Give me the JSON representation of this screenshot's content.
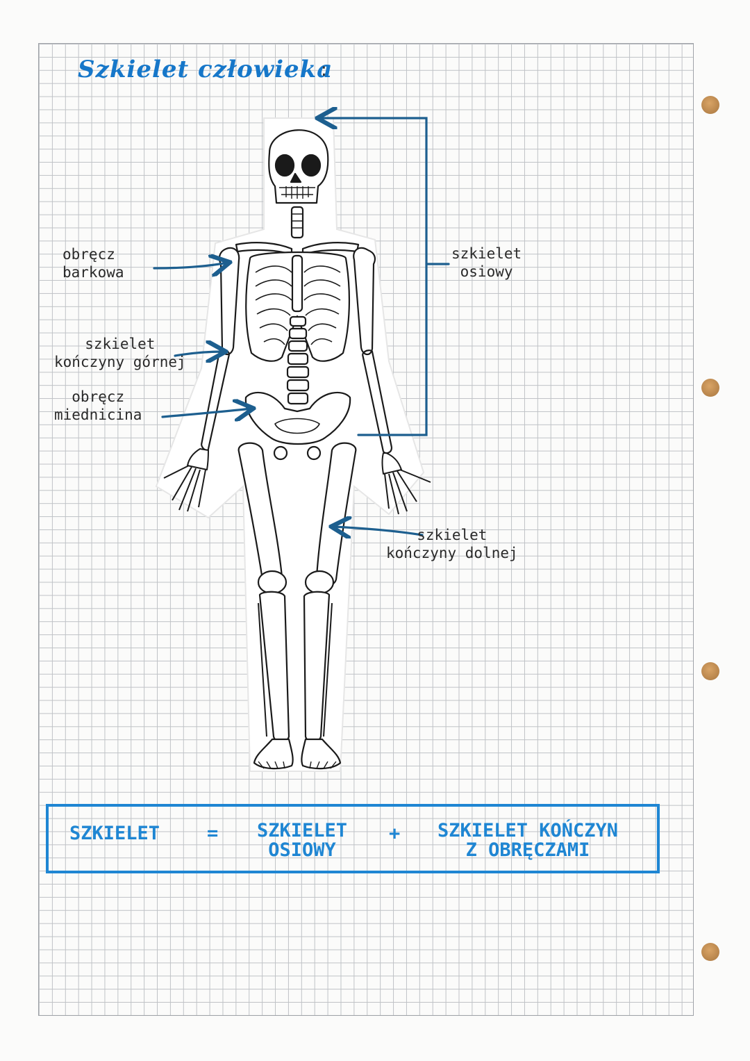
{
  "title": "Szkielet człowieka",
  "title_colon": ":",
  "labels": {
    "shoulder_girdle": [
      "obręcz",
      "barkowa"
    ],
    "upper_limb": [
      "szkielet",
      "kończyny górnej"
    ],
    "pelvic_girdle": [
      "obręcz",
      "miednicina"
    ],
    "axial": [
      "szkielet",
      "osiowy"
    ],
    "lower_limb": [
      "szkielet",
      "kończyny dolnej"
    ]
  },
  "equation": {
    "lhs": "SZKIELET",
    "equals": "=",
    "term1": [
      "SZKIELET",
      "OSIOWY"
    ],
    "plus": "+",
    "term2": [
      "SZKIELET KOŃCZYN",
      "Z OBRĘCZAMI"
    ]
  },
  "colors": {
    "accent_blue": "#1f86d3",
    "arrow_blue": "#1d5f8f",
    "ink": "#222222"
  }
}
